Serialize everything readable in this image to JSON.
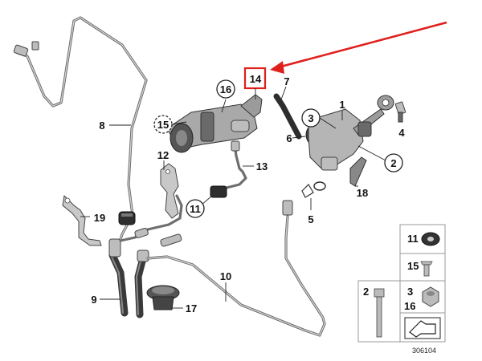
{
  "labels": {
    "p1": "1",
    "p2": "2",
    "p3": "3",
    "p4": "4",
    "p5": "5",
    "p6": "6",
    "p7": "7",
    "p8": "8",
    "p9": "9",
    "p10": "10",
    "p11": "11",
    "p12": "12",
    "p13": "13",
    "p14": "14",
    "p15": "15",
    "p16": "16",
    "p17": "17",
    "p18": "18",
    "p19": "19"
  },
  "legend": {
    "g11": "11",
    "g15": "15",
    "g2": "2",
    "g3": "3",
    "g16": "16"
  },
  "diagram_number": "306104",
  "colors": {
    "highlight": "#e0201c"
  }
}
